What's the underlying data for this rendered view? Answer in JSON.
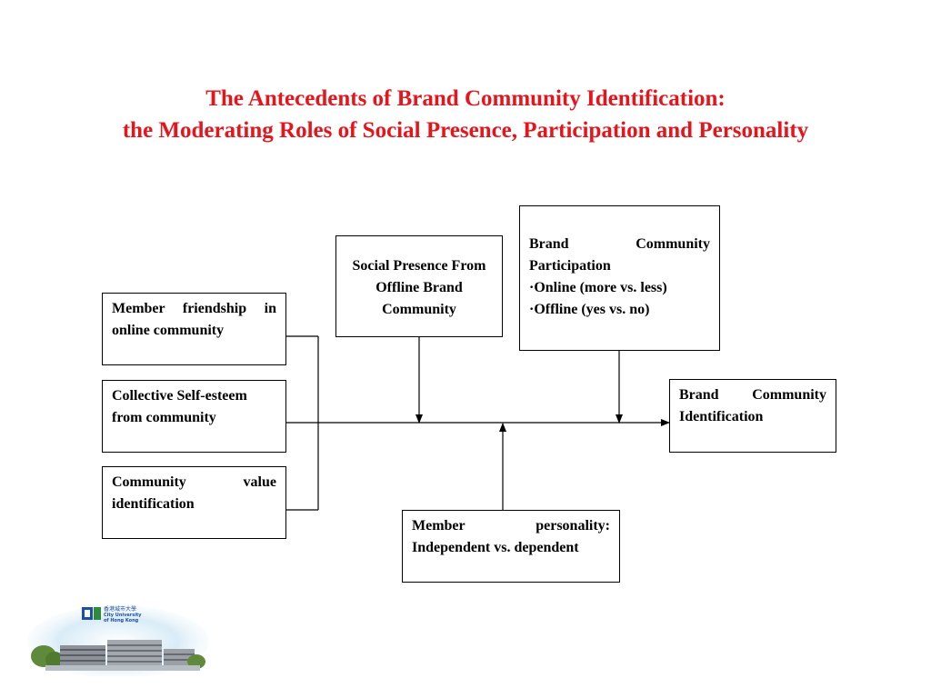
{
  "title": {
    "line1": "The Antecedents of Brand Community Identification:",
    "line2": "the Moderating Roles of Social Presence, Participation and Personality"
  },
  "boxes": {
    "friendship": "Member friendship in online community",
    "self_esteem": "Collective Self-esteem from community",
    "value_id": "Community value identification",
    "social_presence": "Social Presence From Offline Brand Community",
    "participation": {
      "heading": "Brand Community Participation",
      "online": "·Online (more vs. less)",
      "offline": "·Offline (yes vs. no)"
    },
    "identification": "Brand Community Identification",
    "personality": "Member personality: Independent vs. dependent"
  },
  "logo": {
    "chinese": "香港城市大學",
    "english1": "City University",
    "english2": "of Hong Kong"
  },
  "colors": {
    "title": "#e8141b",
    "logo_blue": "#1f4fa3",
    "logo_green": "#2e8b3a"
  }
}
